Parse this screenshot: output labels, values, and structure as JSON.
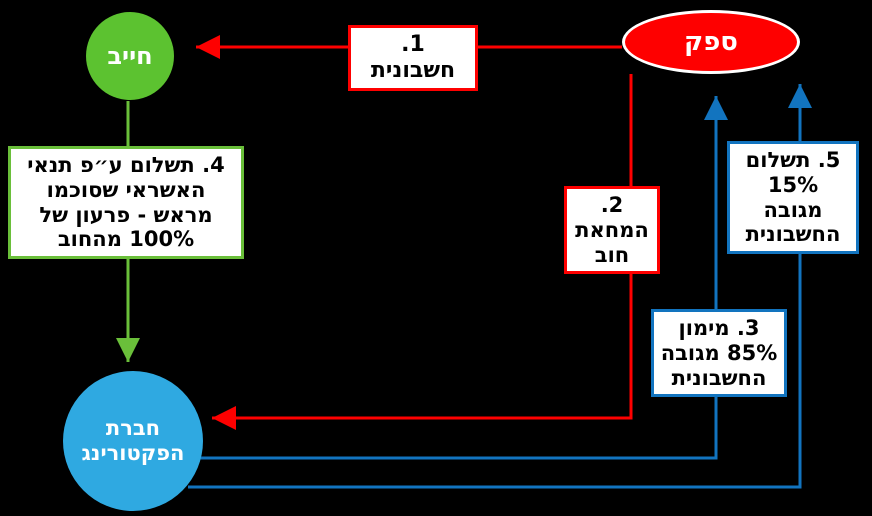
{
  "colors": {
    "background": "#000000",
    "red": "#fe0000",
    "green": "#6abf3a",
    "blue": "#1274bf",
    "node-green": "#5cc230",
    "node-blue": "#2fa9e1",
    "box-bg": "#ffffff",
    "text-dark": "#000000",
    "text-light": "#ffffff"
  },
  "nodes": {
    "debtor": "חייב",
    "supplier": "ספק",
    "factoring": "חברת הפקטורינג"
  },
  "steps": {
    "s1": "1. חשבונית",
    "s2": "2. המחאת חוב",
    "s3": "3. מימון 85% מגובה החשבונית",
    "s4": "4. תשלום ע״פ תנאי האשראי שסוכמו מראש - פרעון של 100% מהחוב",
    "s5": "5. תשלום 15% מגובה החשבונית"
  }
}
